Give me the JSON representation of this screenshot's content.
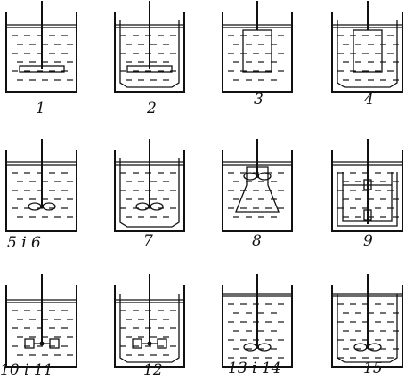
{
  "figure": {
    "panels": [
      {
        "label": "1",
        "agitator": "paddle",
        "baffles": false
      },
      {
        "label": "2",
        "agitator": "paddle",
        "baffles": true
      },
      {
        "label": "3",
        "agitator": "frame",
        "baffles": false
      },
      {
        "label": "4",
        "agitator": "frame",
        "baffles": true
      },
      {
        "label": "5 i 6",
        "agitator": "propeller",
        "baffles": false
      },
      {
        "label": "7",
        "agitator": "propeller",
        "baffles": true
      },
      {
        "label": "8",
        "agitator": "propeller-draft",
        "baffles": false
      },
      {
        "label": "9",
        "agitator": "anchor-turbine",
        "baffles": false
      },
      {
        "label": "10 i 11",
        "agitator": "turbine",
        "baffles": false
      },
      {
        "label": "12",
        "agitator": "turbine",
        "baffles": true
      },
      {
        "label": "13 i 14",
        "agitator": "propeller-low",
        "baffles": false
      },
      {
        "label": "15",
        "agitator": "propeller-low",
        "baffles": true
      }
    ]
  }
}
